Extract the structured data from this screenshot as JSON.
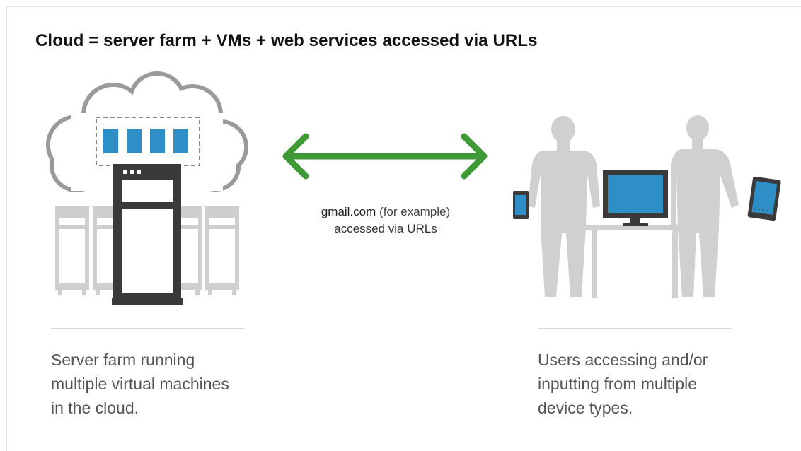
{
  "title": "Cloud = server farm + VMs + web services accessed via URLs",
  "arrow_caption": {
    "url": "gmail.com",
    "note": "(for example)",
    "line2": "accessed via URLs"
  },
  "left_caption": {
    "lines": [
      "Server farm running",
      "multiple virtual machines",
      "in the cloud."
    ]
  },
  "right_caption": {
    "lines": [
      "Users accessing and/or",
      "inputting from multiple",
      "device types."
    ]
  },
  "colors": {
    "arrow": "#3f9a36",
    "screen_blue": "#2d8fc5",
    "server_dark": "#3a3a3a",
    "gray_fill": "#cfcfcf",
    "cloud_stroke": "#9a9a9a"
  },
  "icons": [
    "cloud-icon",
    "virtual-machine-icon",
    "server-rack-icon",
    "double-arrow-icon",
    "person-icon",
    "desktop-monitor-icon",
    "smartphone-icon",
    "tablet-icon",
    "desk-icon"
  ]
}
